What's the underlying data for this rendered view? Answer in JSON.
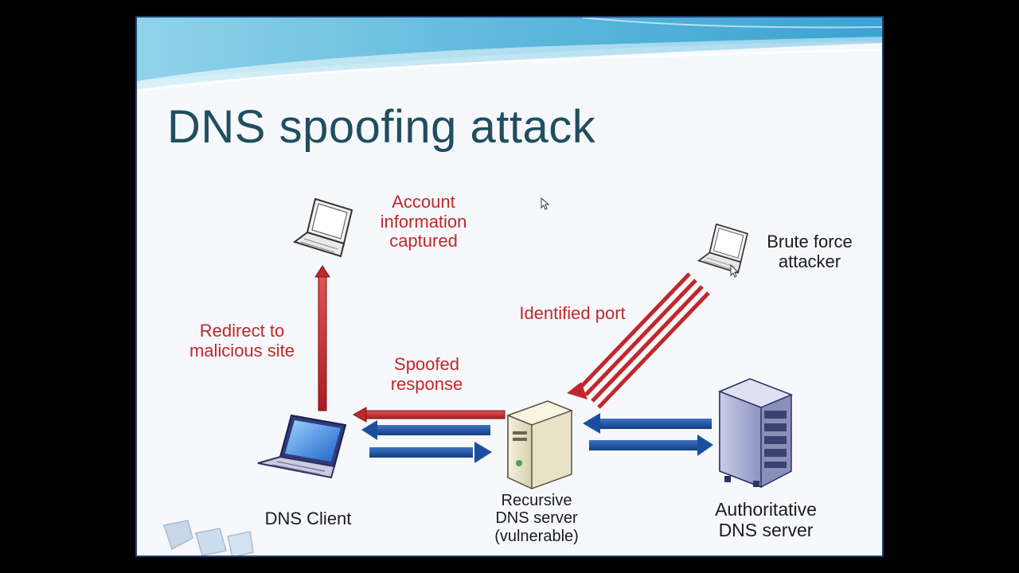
{
  "slide": {
    "title": "DNS spoofing attack"
  },
  "labels": {
    "account_info": "Account\ninformation\ncaptured",
    "brute_force": "Brute force\nattacker",
    "redirect": "Redirect to\nmalicious site",
    "identified_port": "Identified port",
    "spoofed_response": "Spoofed\nresponse",
    "dns_client": "DNS Client",
    "recursive_server": "Recursive\nDNS server\n(vulnerable)",
    "authoritative_server": "Authoritative\nDNS server"
  },
  "colors": {
    "attack_red": "#c0282b",
    "normal_blue": "#1b4f9e",
    "title_teal": "#1f4e5f",
    "slide_background": "#f6f8fb"
  },
  "icons": {
    "captured_laptop": "laptop-outline-icon",
    "attacker_laptop": "laptop-outline-icon",
    "client_laptop": "laptop-blue-icon",
    "recursive_server": "tower-server-icon",
    "authoritative_server": "rack-server-icon"
  }
}
